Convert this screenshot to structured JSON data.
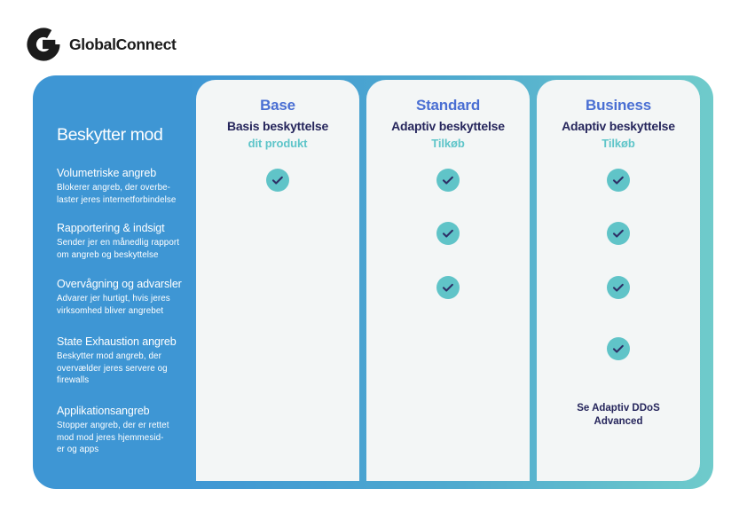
{
  "brand": {
    "name": "GlobalConnect"
  },
  "left_panel": {
    "heading": "Beskytter mod",
    "features": [
      {
        "title": "Volumetriske angreb",
        "desc": "Blokerer angreb, der overbe-\nlaster jeres internetforbindelse"
      },
      {
        "title": "Rapportering & indsigt",
        "desc": "Sender jer en månedlig rapport\nom angreb og beskyttelse"
      },
      {
        "title": "Overvågning og advarsler",
        "desc": "Advarer jer hurtigt, hvis jeres\nvirksomhed bliver angrebet"
      },
      {
        "title": "State Exhaustion angreb",
        "desc": "Beskytter mod angreb, der\novervælder jeres servere og\nfirewalls"
      },
      {
        "title": "Applikationsangreb",
        "desc": "Stopper angreb, der er rettet\nmod  mod jeres hjemmesid-\ner og apps"
      }
    ]
  },
  "plans": [
    {
      "name": "Base",
      "subtitle": "Basis beskyttelse",
      "tag": "dit produkt",
      "included": [
        true,
        false,
        false,
        false,
        false
      ],
      "note": ""
    },
    {
      "name": "Standard",
      "subtitle": "Adaptiv beskyttelse",
      "tag": "Tilkøb",
      "included": [
        true,
        true,
        true,
        false,
        false
      ],
      "note": ""
    },
    {
      "name": "Business",
      "subtitle": "Adaptiv beskyttelse",
      "tag": "Tilkøb",
      "included": [
        true,
        true,
        true,
        true,
        false
      ],
      "note": "Se Adaptiv DDoS\nAdvanced"
    }
  ],
  "colors": {
    "panel_gradient_start": "#3E96D4",
    "panel_gradient_end": "#6FCBCB",
    "card_background": "#F3F6F6",
    "plan_title": "#4A6FD3",
    "plan_subtitle": "#26265C",
    "plan_tag": "#5EC5C9",
    "check_circle": "#60C4C8",
    "check_mark": "#2E2F66",
    "logo": "#1B1B1B"
  }
}
